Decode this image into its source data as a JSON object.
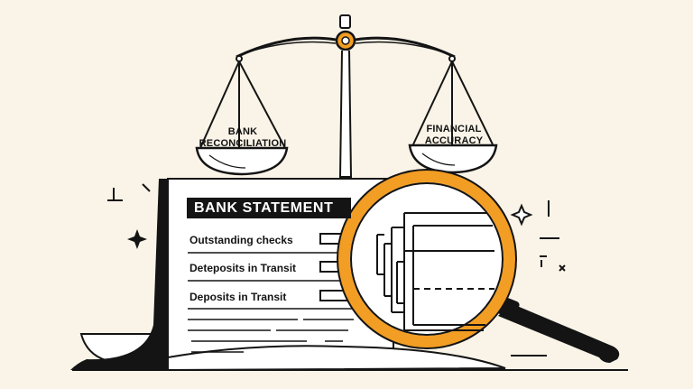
{
  "scale": {
    "left_pan": {
      "line1": "BANK",
      "line2": "RECONCILIATION"
    },
    "right_pan": {
      "line1": "FINANCIAL",
      "line2": "ACCURACY"
    }
  },
  "statement": {
    "header": "BANK STATEMENT",
    "rows": [
      {
        "label": "Outstanding checks"
      },
      {
        "label": "Deteposits in Transit"
      },
      {
        "label": "Deposits in Transit"
      }
    ]
  },
  "colors": {
    "background": "#faf4e8",
    "ink": "#141414",
    "accent_orange": "#f29d23",
    "paper": "#ffffff"
  },
  "icons": [
    "balance-scale-icon",
    "magnifying-glass-icon",
    "sparkle-icon"
  ]
}
